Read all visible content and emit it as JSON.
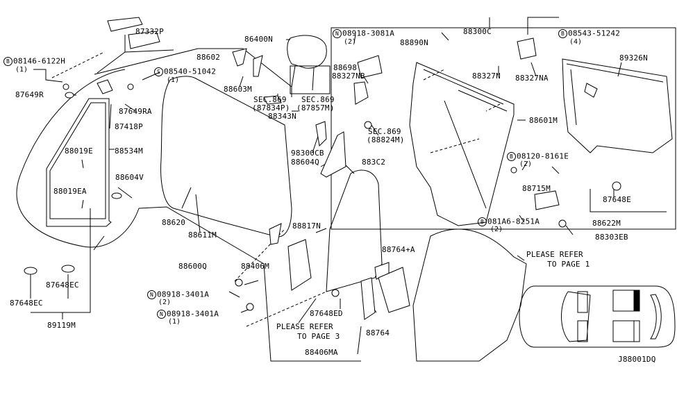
{
  "diagram": {
    "figure_id": "J88001DQ",
    "part_labels": {
      "p87332P": "87332P",
      "p08146": "08146-6122H",
      "p08146_qty": "(1)",
      "p87649R": "87649R",
      "p08540": "08540-51042",
      "p08540_qty": "(1)",
      "p87649RA": "87649RA",
      "p87418P": "87418P",
      "p88534M": "88534M",
      "p88019E": "88019E",
      "p88019EA": "88019EA",
      "p88604V": "88604V",
      "p87648EC_a": "87648EC",
      "p87648EC_b": "87648EC",
      "p89119M": "89119M",
      "p88602": "88602",
      "p88603M": "88603M",
      "p86400N": "86400N",
      "sec869_a": "SEC.869",
      "sec869_a_ref": "(87834P)",
      "sec869_b": "SEC.869",
      "sec869_b_ref": "(87857M)",
      "p88343N": "88343N",
      "p88620": "88620",
      "p88611M": "88611M",
      "p98300CB": "98300CB",
      "p88604Q": "88604Q",
      "p883C2": "883C2",
      "sec869_c": "SEC.869",
      "sec869_c_ref": "(88824M)",
      "p08918_3081A": "08918-3081A",
      "p08918_3081A_qty": "(2)",
      "p88890N": "88890N",
      "p88300C": "88300C",
      "p88698": "88698",
      "p88327NB": "88327NB",
      "p88327N": "88327N",
      "p88327NA": "88327NA",
      "p08543": "08543-51242",
      "p08543_qty": "(4)",
      "p89326N": "89326N",
      "p88601M": "88601M",
      "p08120": "08120-8161E",
      "p08120_qty": "(2)",
      "p88715M": "88715M",
      "p87648E": "87648E",
      "p88622M": "88622M",
      "p081A6": "081A6-8251A",
      "p081A6_qty": "(2)",
      "p88303EB": "88303EB",
      "p88817N": "88817N",
      "p88600Q": "88600Q",
      "p88406M": "88406M",
      "p08918_3401A_a": "08918-3401A",
      "p08918_3401A_a_qty": "(2)",
      "p08918_3401A_b": "08918-3401A",
      "p08918_3401A_b_qty": "(1)",
      "p87648ED": "87648ED",
      "p88764A": "88764+A",
      "p88764": "88764",
      "p88406MA": "88406MA",
      "refer_page3_l1": "PLEASE REFER",
      "refer_page3_l2": "TO PAGE 3",
      "refer_page1_l1": "PLEASE REFER",
      "refer_page1_l2": "TO PAGE 1"
    },
    "badges": {
      "bolt": "B",
      "screw": "S",
      "nut": "N"
    },
    "colors": {
      "line": "#000000",
      "background": "#ffffff"
    }
  }
}
